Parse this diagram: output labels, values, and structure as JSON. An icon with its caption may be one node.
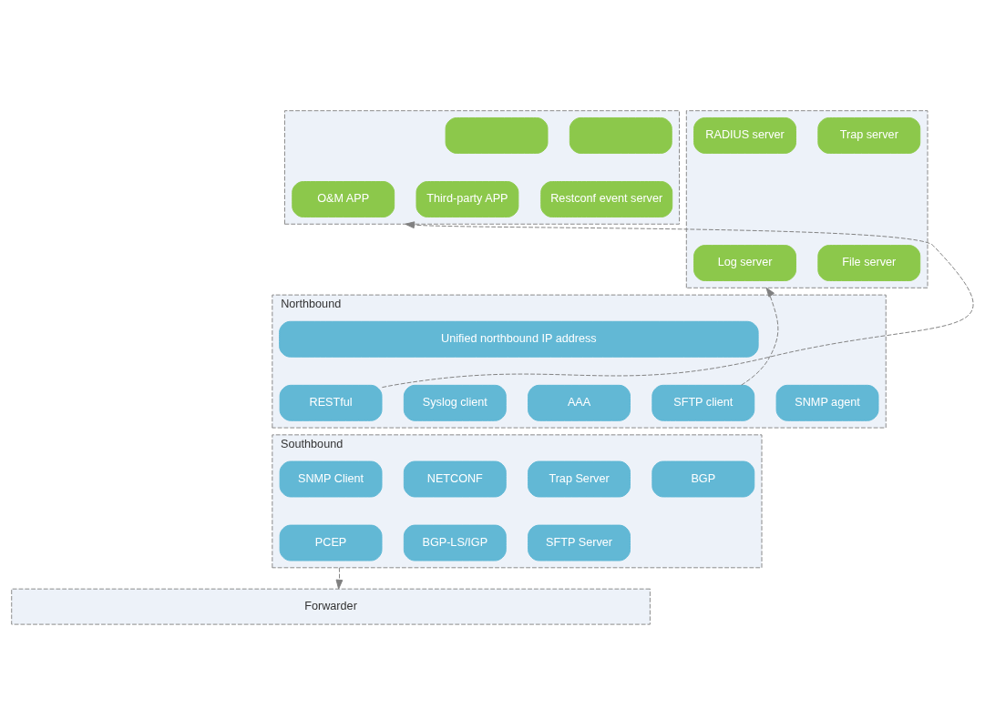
{
  "diagram": {
    "nodes": [
      {
        "text": [],
        "shape": "box"
      },
      {
        "text": [],
        "shape": "box",
        "in": 0
      },
      {
        "text": [],
        "shape": "box",
        "in": 0
      },
      {
        "text": [
          "O&M APP"
        ],
        "in": 0
      },
      {
        "text": [
          "Third-party APP"
        ],
        "in": 0
      },
      {
        "text": [
          "Restconf event server"
        ],
        "in": 0
      },
      {
        "text": [],
        "shape": "box"
      },
      {
        "text": [
          "RADIUS server"
        ],
        "in": 6
      },
      {
        "text": [
          "Trap server"
        ],
        "in": 6
      },
      {
        "text": [
          "Log server"
        ],
        "in": 6
      },
      {
        "text": [
          "File server"
        ],
        "in": 6
      },
      {
        "text": [
          "Northbound"
        ]
      },
      {
        "text": [
          "Unified northbound IP address"
        ],
        "in": 11
      },
      {
        "text": [
          "RESTful"
        ],
        "in": 11
      },
      {
        "text": [
          "Syslog client"
        ],
        "in": 11
      },
      {
        "text": [
          "AAA"
        ],
        "in": 11
      },
      {
        "text": [
          "SFTP client"
        ],
        "in": 11
      },
      {
        "text": [
          "SNMP agent"
        ],
        "in": 11
      },
      {
        "text": [
          "Southbound"
        ]
      },
      {
        "text": [
          "SNMP Client"
        ],
        "in": 18
      },
      {
        "text": [
          "NETCONF"
        ],
        "in": 18
      },
      {
        "text": [
          "Trap Server"
        ],
        "in": 18
      },
      {
        "text": [
          "BGP"
        ],
        "in": 18
      },
      {
        "text": [
          "PCEP"
        ],
        "in": 18
      },
      {
        "text": [
          "BGP-LS/IGP"
        ],
        "in": 18
      },
      {
        "text": [
          "SFTP Server"
        ],
        "in": 18
      },
      {
        "text": [
          "Forwarder"
        ]
      }
    ],
    "edges": [
      {
        "from": 13,
        "to": 0,
        "arrow": "to",
        "style": "dashed"
      },
      {
        "from": 16,
        "to": 6,
        "arrow": "to",
        "style": "dashed"
      },
      {
        "from": 18,
        "to": 26,
        "arrow": "to",
        "style": "dashed"
      }
    ]
  }
}
